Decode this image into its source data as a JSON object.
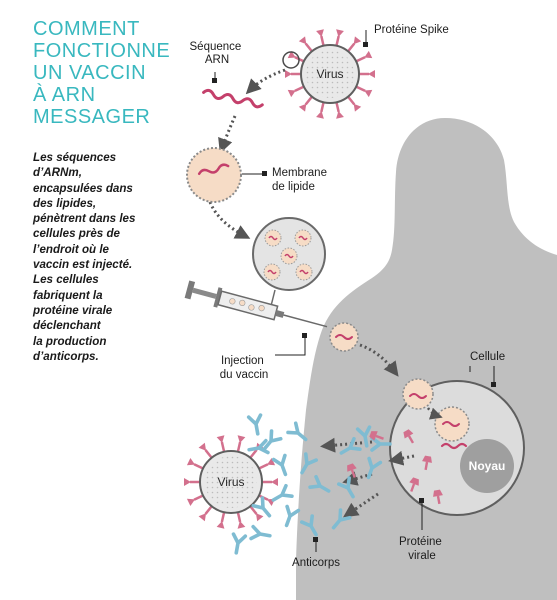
{
  "title_lines": [
    "COMMENT",
    "FONCTIONNE",
    "UN VACCIN",
    "À ARN",
    "MESSAGER"
  ],
  "description_lines": [
    "Les séquences",
    "d’ARNm,",
    "encapsulées dans",
    "des lipides,",
    "pénètrent dans les",
    "cellules près de",
    "l’endroit où le",
    "vaccin est injecté.",
    "Les cellules",
    "fabriquent la",
    "protéine virale",
    "déclenchant",
    "la production",
    "d’anticorps."
  ],
  "labels": {
    "spike_protein": "Protéine Spike",
    "rna_sequence": [
      "Séquence",
      "ARN"
    ],
    "virus": "Virus",
    "lipid_membrane": [
      "Membrane",
      "de lipide"
    ],
    "injection": [
      "Injection",
      "du vaccin"
    ],
    "cell": "Cellule",
    "nucleus": "Noyau",
    "antibodies": "Anticorps",
    "viral_protein": [
      "Protéine",
      "virale"
    ]
  },
  "colors": {
    "title": "#39b8bf",
    "silhouette": "#bfbfbf",
    "rna": "#c4406b",
    "lipid_fill": "#f6dcc6",
    "antibody": "#7fbcd2",
    "spike": "#d3708d",
    "nucleus": "#9f9f9f",
    "arrow": "#555555"
  }
}
